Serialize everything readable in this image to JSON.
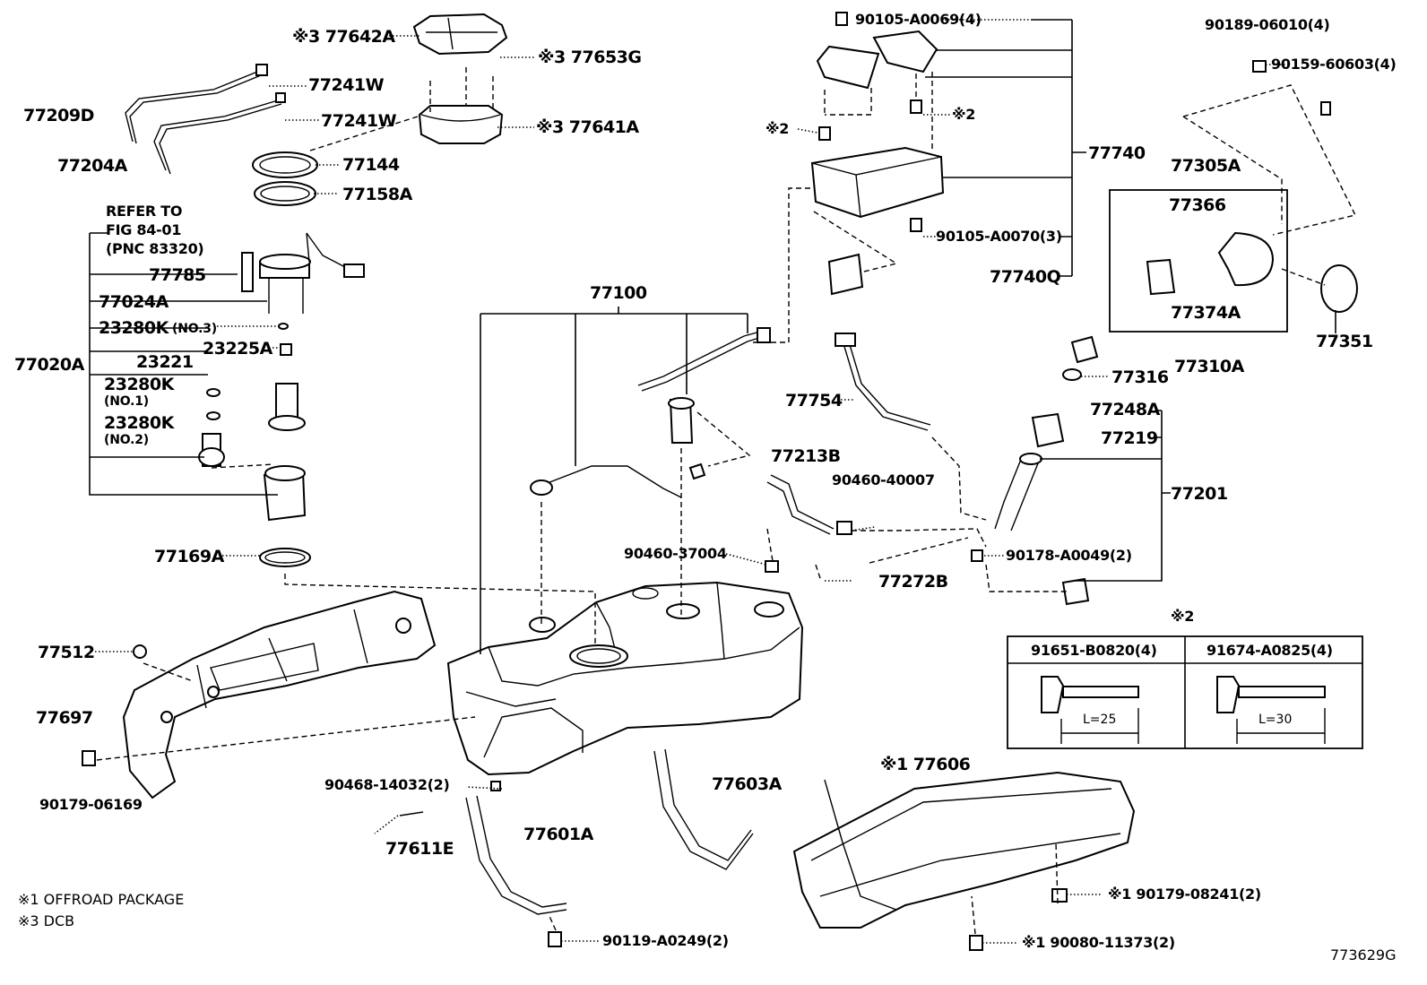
{
  "diagram": {
    "figure_code": "773629G",
    "notes": [
      "※1 OFFROAD PACKAGE",
      "※3 DCB"
    ],
    "refer_note": [
      "REFER TO",
      "FIG 84-01",
      "(PNC 83320)"
    ],
    "bolt_table": {
      "marker": "※2",
      "columns": [
        {
          "part": "91651-B0820(4)",
          "length": "L=25"
        },
        {
          "part": "91674-A0825(4)",
          "length": "L=30"
        }
      ]
    },
    "callouts": {
      "c77642A": "※3 77642A",
      "c77653G": "※3 77653G",
      "c77241W_a": "77241W",
      "c77241W_b": "77241W",
      "c77209D": "77209D",
      "c77641A": "※3 77641A",
      "c77144": "77144",
      "c77204A": "77204A",
      "c77158A": "77158A",
      "c77785": "77785",
      "c77024A": "77024A",
      "c23280K_3": "23280K",
      "c23280K_3n": "(NO.3)",
      "c23225A": "23225A",
      "c77020A": "77020A",
      "c23221": "23221",
      "c23280K_1": "23280K",
      "c23280K_1n": "(NO.1)",
      "c23280K_2": "23280K",
      "c23280K_2n": "(NO.2)",
      "c77169A": "77169A",
      "c77512": "77512",
      "c77697": "77697",
      "c90179_06169": "90179-06169",
      "c77100": "77100",
      "c90105_A0069": "90105-A0069(4)",
      "c90189_06010": "90189-06010(4)",
      "c90159_60603": "90159-60603(4)",
      "c_x2_a": "※2",
      "c_x2_b": "※2",
      "c77740": "77740",
      "c77305A": "77305A",
      "c77366": "77366",
      "c90105_A0070": "90105-A0070(3)",
      "c77740Q": "77740Q",
      "c77374A": "77374A",
      "c77351": "77351",
      "c77316": "77316",
      "c77310A": "77310A",
      "c77754": "77754",
      "c77248A": "77248A",
      "c77219": "77219",
      "c77213B": "77213B",
      "c90460_40007": "90460-40007",
      "c77201": "77201",
      "c90460_37004": "90460-37004",
      "c90178_A0049": "90178-A0049(2)",
      "c77272B": "77272B",
      "c77606": "※1 77606",
      "c90468_14032": "90468-14032(2)",
      "c77603A": "77603A",
      "c77601A": "77601A",
      "c77611E": "77611E",
      "c190179_08241": "※1 90179-08241(2)",
      "c90119_A0249": "90119-A0249(2)",
      "c90080_11373": "※1 90080-11373(2)"
    }
  }
}
